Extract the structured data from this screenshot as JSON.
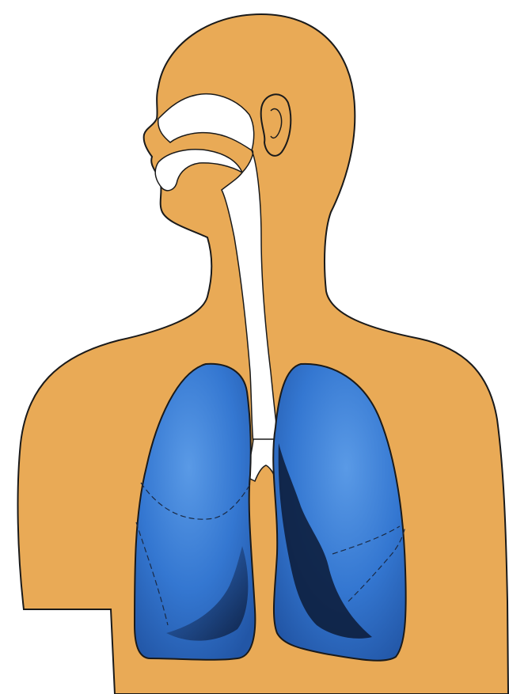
{
  "diagram": {
    "subject": "human-respiratory-system",
    "colors": {
      "skin": "#E9AA56",
      "outline": "#1a1a1a",
      "airway": "#ffffff",
      "lung_light": "#4a8fe0",
      "lung_mid": "#2f6fc9",
      "lung_dark": "#1e4f9c",
      "lung_shadow": "#0c1c3a",
      "lobe_line": "#1a2a44"
    },
    "parts": [
      "head",
      "ear",
      "nasal-cavity",
      "oral-cavity",
      "trachea",
      "bronchi",
      "left-lung",
      "right-lung",
      "torso"
    ]
  }
}
